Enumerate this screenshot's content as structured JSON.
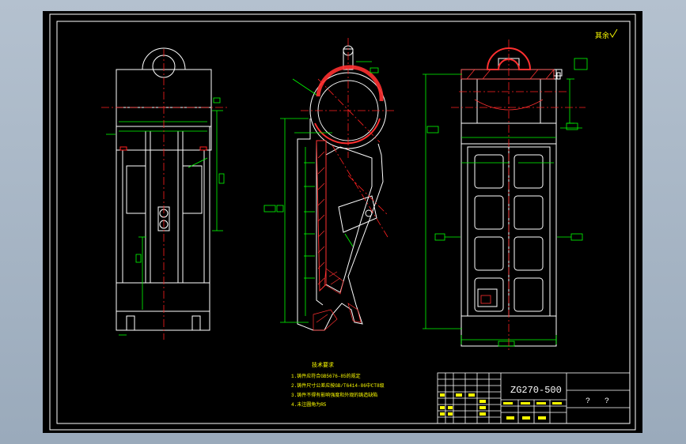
{
  "drawing": {
    "title": "ZG270-500",
    "roughness_note": "其余",
    "title_block_marks": [
      "?",
      "?"
    ],
    "requirements": {
      "heading": "技术要求",
      "items": [
        "1.铸件应符合GB5676-85的规定",
        "2.铸件尺寸公差应按GB/T6414-86中CT8级",
        "3.铸件不得有影响强度和外观的铸造缺陷",
        "4.未注圆角为R5"
      ]
    },
    "colors": {
      "sheet": "#000000",
      "outline": "#ffffff",
      "dimension": "#00ff00",
      "centerline": "#ff2020",
      "hatch": "#ff3030",
      "text": "#ffff00",
      "label": "#00ffff"
    }
  }
}
